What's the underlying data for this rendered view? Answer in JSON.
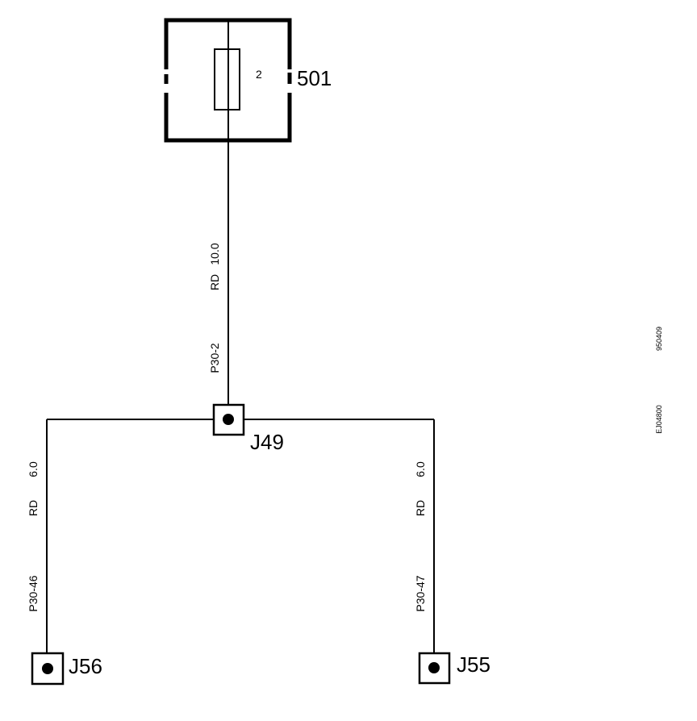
{
  "fuse_box": {
    "label": "501",
    "fuse_number": "2"
  },
  "main_wire": {
    "gauge": "10.0",
    "color": "RD",
    "circuit": "P30-2"
  },
  "junctions": {
    "center": "J49",
    "left": "J56",
    "right": "J55"
  },
  "left_wire": {
    "gauge": "6.0",
    "color": "RD",
    "circuit": "P30-46"
  },
  "right_wire": {
    "gauge": "6.0",
    "color": "RD",
    "circuit": "P30-47"
  },
  "side_codes": {
    "date": "950409",
    "doc_id": "EJ04800"
  }
}
